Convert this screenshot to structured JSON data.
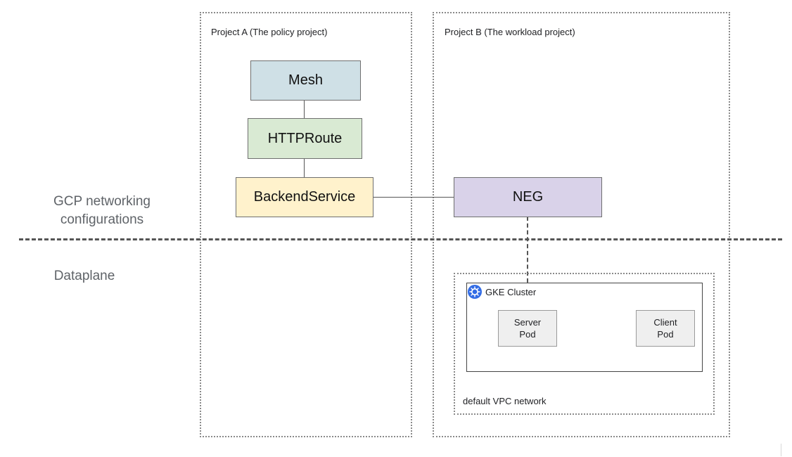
{
  "sections": {
    "gcp_label_line1": "GCP networking",
    "gcp_label_line2": "configurations",
    "dataplane_label": "Dataplane"
  },
  "projects": {
    "project_a_label": "Project A (The policy project)",
    "project_b_label": "Project B (The workload project)"
  },
  "resources": {
    "mesh": "Mesh",
    "httproute": "HTTPRoute",
    "backend_service": "BackendService",
    "neg": "NEG"
  },
  "cluster": {
    "label": "GKE Cluster",
    "icon": "kubernetes-icon",
    "server_pod_line1": "Server",
    "server_pod_line2": "Pod",
    "client_pod_line1": "Client",
    "client_pod_line2": "Pod"
  },
  "network": {
    "vpc_label": "default VPC network"
  },
  "colors": {
    "mesh": "#cfe0e6",
    "httproute": "#d9ead3",
    "backend_service": "#fff2cc",
    "neg": "#d9d2e9",
    "kubernetes": "#326ce5"
  }
}
